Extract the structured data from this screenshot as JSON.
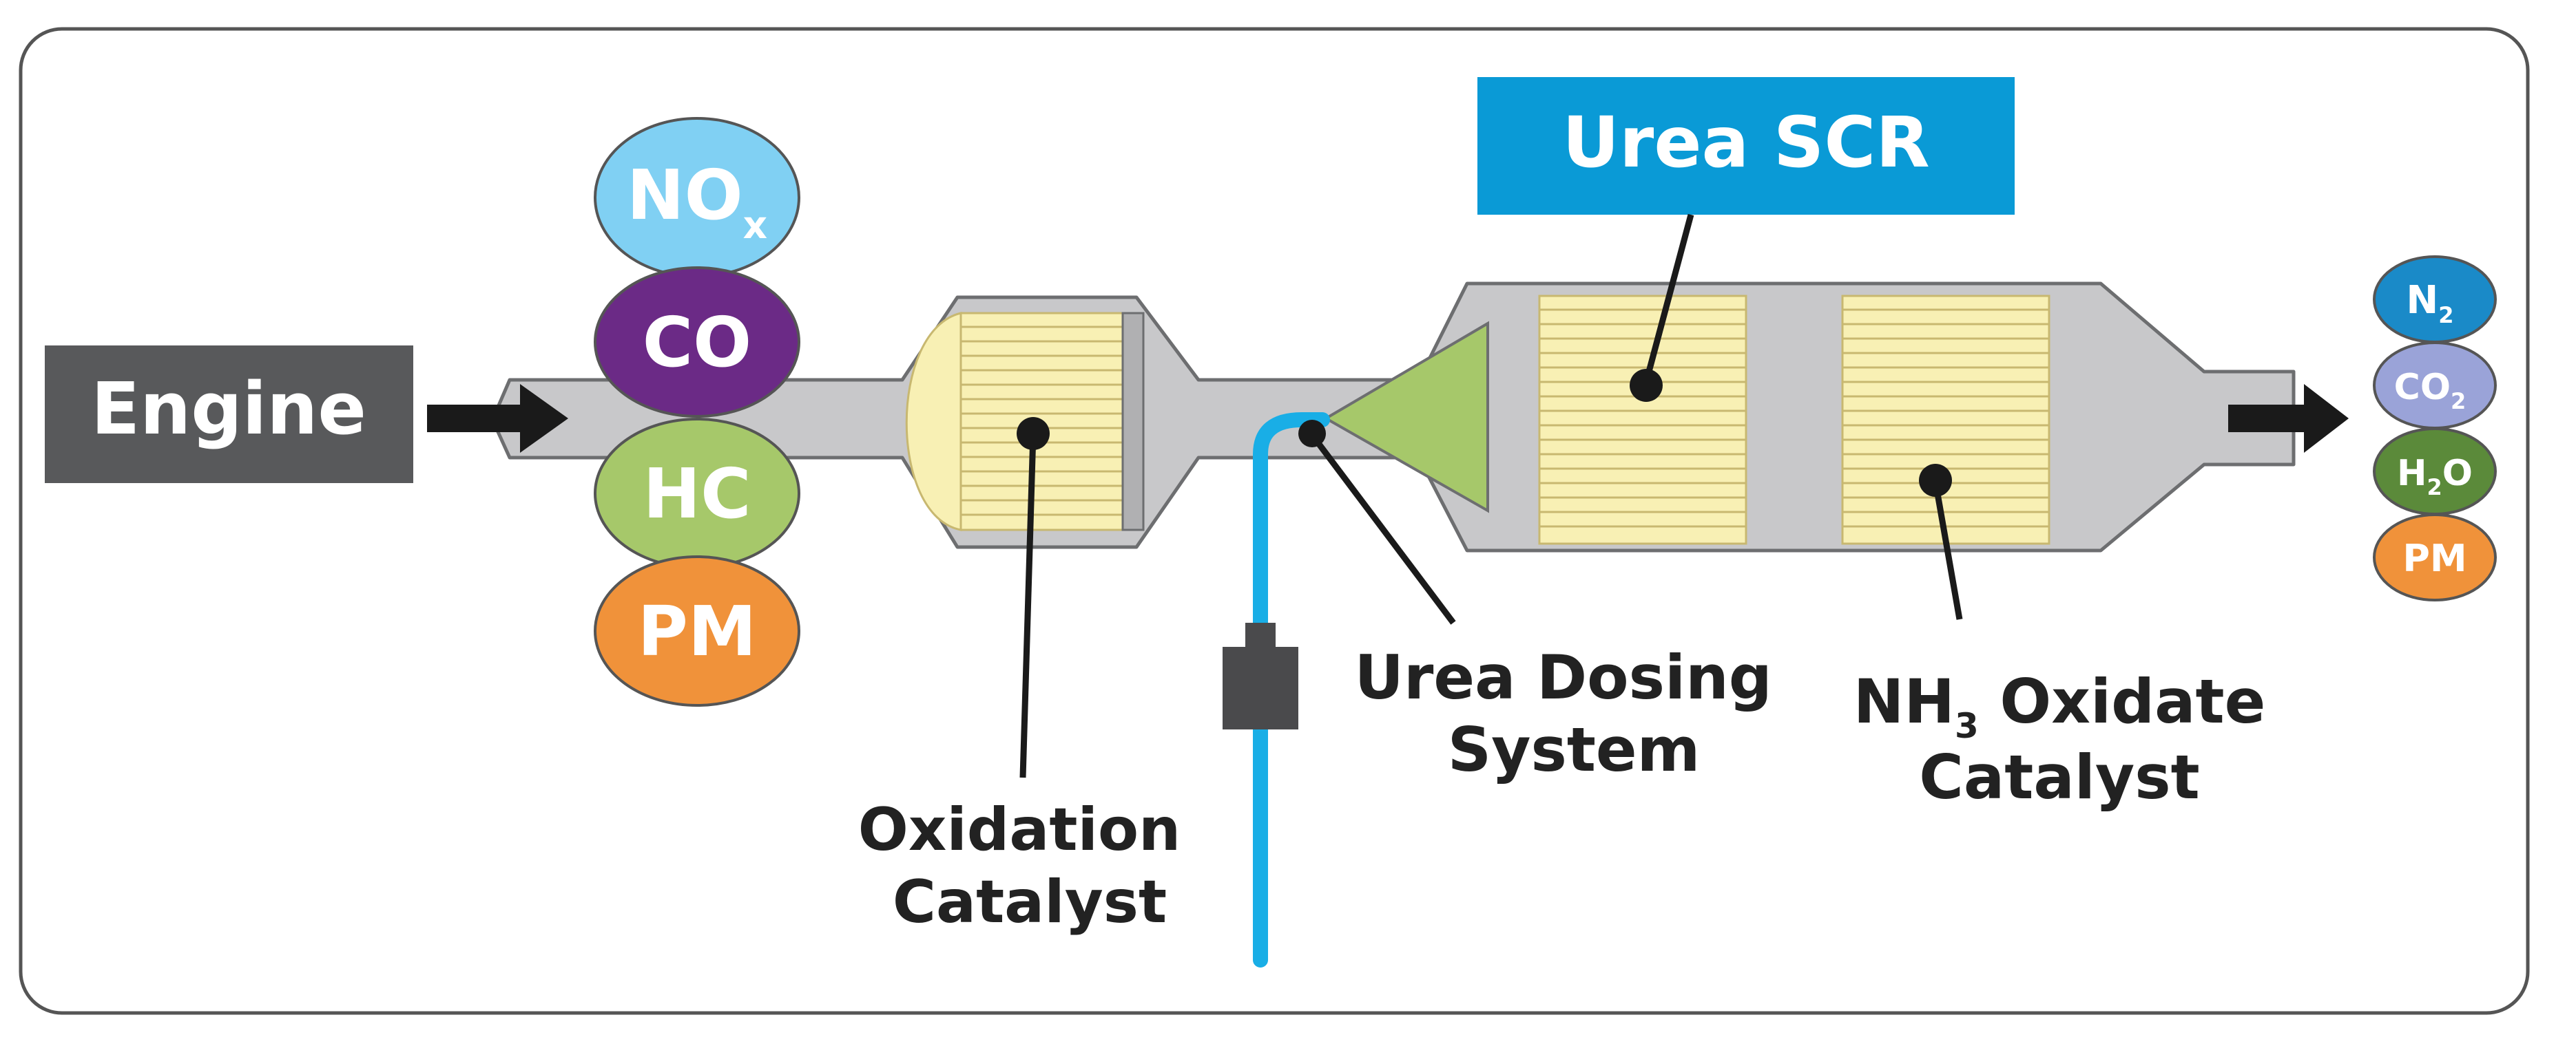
{
  "colors": {
    "frame_stroke": "#555555",
    "engine_box": "#58595b",
    "pipe_fill": "#c8c8ca",
    "pipe_stroke": "#6d6e70",
    "catalyst_fill": "#f8f0b4",
    "catalyst_line": "#c8b870",
    "nozzle_green": "#a6c86a",
    "urea_line": "#19aee6",
    "scr_banner": "#0a9ad6",
    "injector": "#4a4a4c",
    "nox": "#80d0f3",
    "co": "#6b2a86",
    "hc": "#a6c86a",
    "pm": "#f0923a",
    "n2": "#1a8ac8",
    "co2": "#9aa3d8",
    "h2o": "#5b8a3a",
    "arrow": "#1a1a1a",
    "leader": "#1a1a1a"
  },
  "engine": {
    "label": "Engine"
  },
  "scr": {
    "title": "Urea SCR"
  },
  "inputs": [
    {
      "id": "nox",
      "main": "NO",
      "sub": "x",
      "color_key": "nox"
    },
    {
      "id": "co",
      "main": "CO",
      "sub": "",
      "color_key": "co"
    },
    {
      "id": "hc",
      "main": "HC",
      "sub": "",
      "color_key": "hc"
    },
    {
      "id": "pm",
      "main": "PM",
      "sub": "",
      "color_key": "pm"
    }
  ],
  "outputs": [
    {
      "id": "n2",
      "main": "N",
      "sub": "2",
      "tail": "",
      "color_key": "n2"
    },
    {
      "id": "co2",
      "main": "CO",
      "sub": "2",
      "tail": "",
      "color_key": "co2"
    },
    {
      "id": "h2o",
      "main": "H",
      "sub": "2",
      "tail": "O",
      "color_key": "h2o"
    },
    {
      "id": "pm",
      "main": "PM",
      "sub": "",
      "tail": "",
      "color_key": "pm"
    }
  ],
  "labels": {
    "oxidation": {
      "line1": "Oxidation",
      "line2": "Catalyst"
    },
    "dosing": {
      "line1": "Urea Dosing",
      "line2": "System"
    },
    "nh3": {
      "pre": "NH",
      "sub": "3",
      "post": " Oxidate",
      "line2": "Catalyst"
    }
  }
}
